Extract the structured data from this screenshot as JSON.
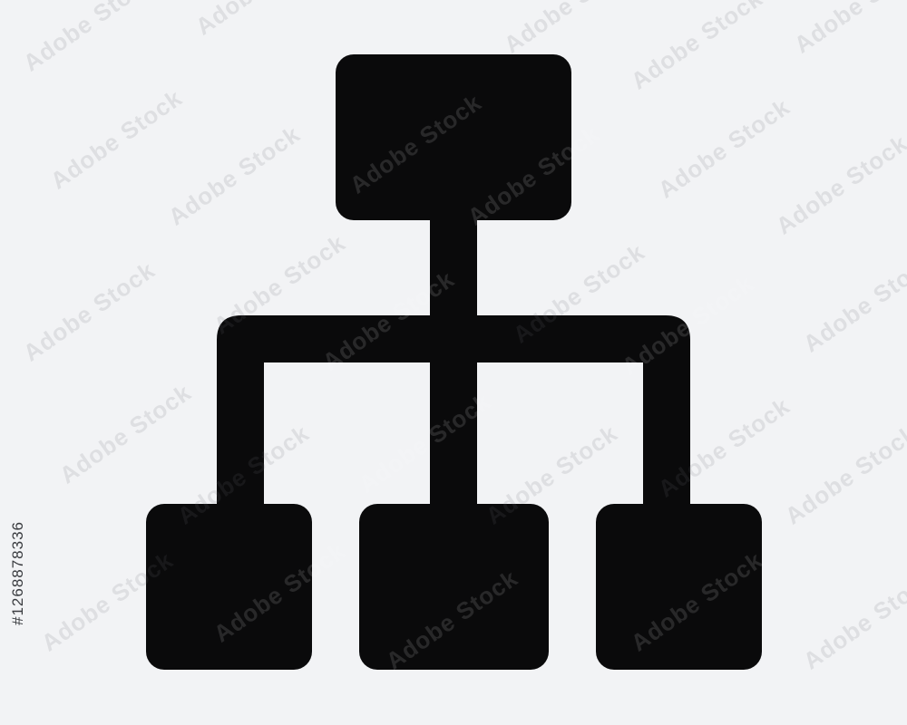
{
  "image": {
    "background_color": "#f2f3f5",
    "icon_color": "#0a0a0b",
    "icon_name": "hierarchy-org-chart-icon"
  },
  "diagram": {
    "root_node": {
      "id": "root"
    },
    "child_nodes": [
      {
        "id": "left"
      },
      {
        "id": "center"
      },
      {
        "id": "right"
      }
    ]
  },
  "watermark": {
    "text": "Adobe Stock",
    "stock_id": "#1268878336"
  }
}
